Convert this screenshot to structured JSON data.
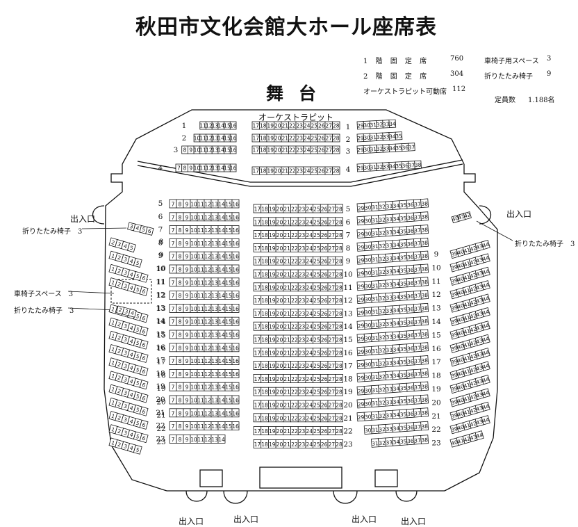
{
  "title": "秋田市文化会館大ホール座席表",
  "stage": "舞台",
  "pit_label": "オーケストラピット",
  "legend": {
    "floor1": {
      "label": "1 階 固 定 席",
      "value": "760"
    },
    "floor2": {
      "label": "2 階 固 定 席",
      "value": "304"
    },
    "pit": {
      "label": "オーケストラピット可動席",
      "value": "112"
    },
    "wheelchair": {
      "label": "車椅子用スペース",
      "value": "3"
    },
    "folding": {
      "label": "折りたたみ椅子",
      "value": "9"
    },
    "capacity": {
      "label": "定員数",
      "value": "1.188名"
    }
  },
  "exits": {
    "left": "出入口",
    "right": "出入口",
    "b1": "出入口",
    "b2": "出入口",
    "b3": "出入口",
    "b4": "出入口"
  },
  "notes": {
    "fold_left_top": "折りたたみ椅子　3",
    "wheelchair": "車椅子スペース　3",
    "fold_left_bottom": "折りたたみ椅子　3",
    "fold_right": "折りたたみ椅子　3"
  },
  "pit_rows": [
    {
      "row": "1",
      "left": [
        11,
        16
      ],
      "center": [
        17,
        28
      ],
      "right": [
        29,
        34
      ]
    },
    {
      "row": "2",
      "left": [
        10,
        16
      ],
      "center": [
        17,
        28
      ],
      "right": [
        29,
        35
      ]
    },
    {
      "row": "3",
      "left": [
        8,
        16
      ],
      "center": [
        17,
        28
      ],
      "right": [
        29,
        37
      ]
    },
    {
      "row": "4",
      "left": [
        7,
        16
      ],
      "center": [
        17,
        28
      ],
      "right": [
        29,
        38
      ]
    }
  ],
  "main_rows": [
    {
      "row": "5",
      "left": [
        7,
        16
      ],
      "center": [
        17,
        28
      ],
      "right": [
        29,
        38
      ]
    },
    {
      "row": "6",
      "left": [
        7,
        16
      ],
      "center": [
        17,
        28
      ],
      "right": [
        29,
        38
      ]
    },
    {
      "row": "7",
      "left": [
        7,
        16
      ],
      "center": [
        17,
        28
      ],
      "right": [
        29,
        38
      ]
    },
    {
      "row": "8",
      "left": [
        7,
        16
      ],
      "center": [
        17,
        28
      ],
      "right": [
        29,
        38
      ]
    },
    {
      "row": "9",
      "left": [
        7,
        16
      ],
      "center": [
        17,
        28
      ],
      "right": [
        29,
        38
      ]
    },
    {
      "row": "10",
      "left": [
        7,
        16
      ],
      "center": [
        17,
        28
      ],
      "right": [
        29,
        38
      ]
    },
    {
      "row": "11",
      "left": [
        7,
        16
      ],
      "center": [
        17,
        28
      ],
      "right": [
        29,
        38
      ]
    },
    {
      "row": "12",
      "left": [
        7,
        16
      ],
      "center": [
        17,
        28
      ],
      "right": [
        29,
        38
      ]
    },
    {
      "row": "13",
      "left": [
        7,
        16
      ],
      "center": [
        17,
        28
      ],
      "right": [
        29,
        38
      ]
    },
    {
      "row": "14",
      "left": [
        7,
        16
      ],
      "center": [
        17,
        28
      ],
      "right": [
        29,
        38
      ]
    },
    {
      "row": "15",
      "left": [
        7,
        16
      ],
      "center": [
        17,
        28
      ],
      "right": [
        29,
        38
      ]
    },
    {
      "row": "16",
      "left": [
        7,
        16
      ],
      "center": [
        17,
        28
      ],
      "right": [
        29,
        38
      ]
    },
    {
      "row": "17",
      "left": [
        7,
        16
      ],
      "center": [
        17,
        28
      ],
      "right": [
        29,
        38
      ]
    },
    {
      "row": "18",
      "left": [
        7,
        16
      ],
      "center": [
        17,
        28
      ],
      "right": [
        29,
        38
      ]
    },
    {
      "row": "19",
      "left": [
        7,
        16
      ],
      "center": [
        17,
        28
      ],
      "right": [
        29,
        38
      ]
    },
    {
      "row": "20",
      "left": [
        7,
        16
      ],
      "center": [
        17,
        28
      ],
      "right": [
        29,
        38
      ]
    },
    {
      "row": "21",
      "left": [
        7,
        16
      ],
      "center": [
        17,
        28
      ],
      "right": [
        29,
        38
      ]
    },
    {
      "row": "22",
      "left": [
        7,
        16
      ],
      "center": [
        17,
        28
      ],
      "right": [
        30,
        38
      ]
    },
    {
      "row": "23",
      "left": [
        7,
        14
      ],
      "center": [
        17,
        28
      ],
      "right": [
        31,
        38
      ]
    }
  ],
  "side_left_rows": [
    {
      "row": "8",
      "seats": [
        2,
        5
      ]
    },
    {
      "row": "9",
      "seats": [
        1,
        5
      ]
    },
    {
      "row": "10",
      "seats": [
        1,
        6
      ]
    },
    {
      "row": "11",
      "seats": [
        1,
        6
      ]
    },
    {
      "row": "12",
      "seats": [
        3,
        4
      ]
    },
    {
      "row": "13",
      "seats": [
        1,
        6
      ]
    },
    {
      "row": "14",
      "seats": [
        1,
        6
      ]
    },
    {
      "row": "15",
      "seats": [
        1,
        6
      ]
    },
    {
      "row": "16",
      "seats": [
        1,
        6
      ]
    },
    {
      "row": "17",
      "seats": [
        1,
        6
      ]
    },
    {
      "row": "18",
      "seats": [
        1,
        6
      ]
    },
    {
      "row": "19",
      "seats": [
        1,
        6
      ]
    },
    {
      "row": "20",
      "seats": [
        1,
        6
      ]
    },
    {
      "row": "21",
      "seats": [
        1,
        6
      ]
    },
    {
      "row": "22",
      "seats": [
        1,
        6
      ]
    },
    {
      "row": "23",
      "seats": [
        1,
        5
      ]
    }
  ],
  "side_right_rows": [
    {
      "row": "9",
      "seats": [
        39,
        44
      ]
    },
    {
      "row": "10",
      "seats": [
        39,
        44
      ]
    },
    {
      "row": "11",
      "seats": [
        39,
        44
      ]
    },
    {
      "row": "12",
      "seats": [
        39,
        44
      ]
    },
    {
      "row": "13",
      "seats": [
        39,
        44
      ]
    },
    {
      "row": "14",
      "seats": [
        39,
        44
      ]
    },
    {
      "row": "15",
      "seats": [
        39,
        44
      ]
    },
    {
      "row": "16",
      "seats": [
        39,
        44
      ]
    },
    {
      "row": "17",
      "seats": [
        39,
        44
      ]
    },
    {
      "row": "18",
      "seats": [
        39,
        44
      ]
    },
    {
      "row": "19",
      "seats": [
        39,
        44
      ]
    },
    {
      "row": "20",
      "seats": [
        39,
        44
      ]
    },
    {
      "row": "21",
      "seats": [
        39,
        44
      ]
    },
    {
      "row": "22",
      "seats": [
        39,
        44
      ]
    },
    {
      "row": "23",
      "seats": [
        40,
        44
      ]
    }
  ],
  "folding_chairs": {
    "left_top": [
      3,
      4,
      5,
      6
    ],
    "left_bottom": [
      2,
      3,
      4
    ],
    "right": [
      40,
      41,
      42
    ]
  }
}
